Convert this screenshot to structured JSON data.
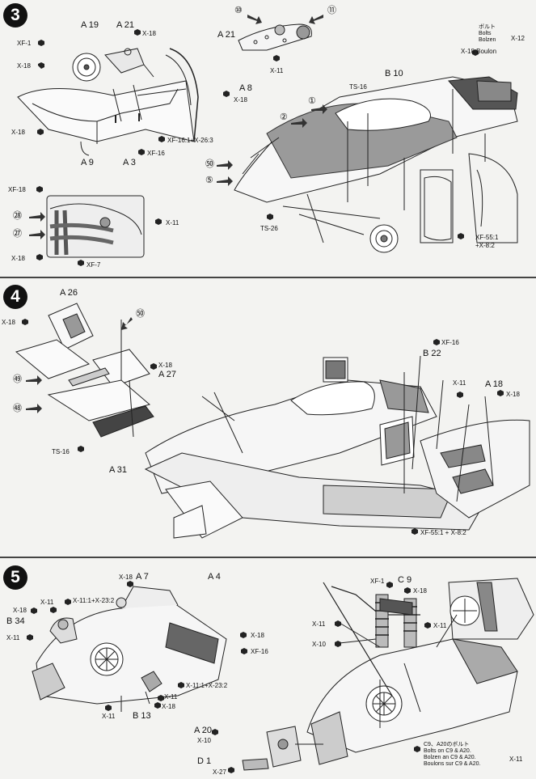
{
  "steps": {
    "s3": "3",
    "s4": "4",
    "s5": "5"
  },
  "step3": {
    "A19": "A 19",
    "A21a": "A 21",
    "A21b": "A 21",
    "A8": "A 8",
    "A9": "A 9",
    "A3": "A 3",
    "B10": "B 10",
    "XF1": "XF-1",
    "X18a": "X-18",
    "X18b": "X-18",
    "X18c": "X-18",
    "X18d": "X-18",
    "X18e": "X-18",
    "XF18": "XF-18",
    "XF16": "XF-16",
    "XF16mix": "XF-16:1+X-26:3",
    "X11a": "X-11",
    "X11b": "X-11",
    "XF7": "XF-7",
    "TS16": "TS-16",
    "TS26": "TS-26",
    "XF55": "XF-55:1",
    "XF55b": "+X-8:2",
    "X12": "X-12",
    "bolts_jp": "ボルト",
    "bolts_en": "Bolts",
    "bolts_de": "Bolzen",
    "bolts_fr": "X-18 Boulon",
    "decal10": "⑩",
    "decal11": "⑪",
    "decal1": "①",
    "decal2": "②",
    "decal51": "㊿",
    "decal5": "⑤",
    "decal28": "㉘",
    "decal27": "㉗"
  },
  "step4": {
    "A26": "A 26",
    "A27": "A 27",
    "A31": "A 31",
    "A18": "A 18",
    "B22": "B 22",
    "X18a": "X-18",
    "X18b": "X-18",
    "X18c": "X-18",
    "XF16": "XF-16",
    "X11": "X-11",
    "TS16": "TS-16",
    "XF55": "XF-55:1 + X-8:2",
    "decal50": "㊿",
    "decal52": "㊾",
    "decal53": "㊽"
  },
  "step5": {
    "A7": "A 7",
    "A4": "A 4",
    "B34": "B 34",
    "B13": "B 13",
    "A20": "A 20",
    "D1": "D 1",
    "C9": "C 9",
    "X18a": "X-18",
    "X18b": "X-18",
    "X18c": "X-18",
    "X18d": "X-18",
    "X18e": "X-18",
    "X11a": "X-11",
    "X11b": "X-11",
    "X11c": "X-11",
    "X11d": "X-11",
    "X11e": "X-11",
    "X11f": "X-11",
    "X11mix1": "X-11:1+X-23:2",
    "X11mix2": "X-11:1+X-23:2",
    "XF16": "XF-16",
    "XF1": "XF-1",
    "X10a": "X-10",
    "X10b": "X-10",
    "X27": "X-27",
    "note_jp": "C9、A20のボルト",
    "note_en": "Bolts on C9 & A20.",
    "note_de": "Bolzen an C9 & A20.",
    "note_fr": "Boulons sur C9 & A20.",
    "note_code": "X-11"
  }
}
